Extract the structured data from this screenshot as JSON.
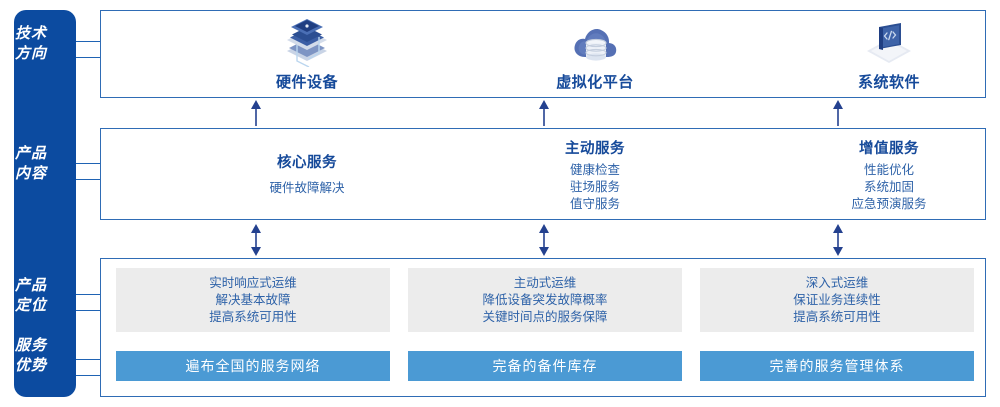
{
  "rail": {
    "color": "#0C4BA0",
    "groups": [
      {
        "name": "technology-direction",
        "line1": "技术",
        "line2": "方向"
      },
      {
        "name": "product-content",
        "line1": "产品",
        "line2": "内容"
      },
      {
        "name": "product-positioning",
        "line1": "产品",
        "line2": "定位"
      },
      {
        "name": "service-advantage",
        "line1": "服务",
        "line2": "优势"
      }
    ]
  },
  "technology": {
    "columns": [
      {
        "icon": "server-stack-icon",
        "label": "硬件设备"
      },
      {
        "icon": "cloud-database-icon",
        "label": "虚拟化平台"
      },
      {
        "icon": "laptop-code-icon",
        "label": "系统软件"
      }
    ]
  },
  "product_content": {
    "columns": [
      {
        "heading": "核心服务",
        "items": [
          "硬件故障解决"
        ]
      },
      {
        "heading": "主动服务",
        "items": [
          "健康检查",
          "驻场服务",
          "值守服务"
        ]
      },
      {
        "heading": "增值服务",
        "items": [
          "性能优化",
          "系统加固",
          "应急预演服务"
        ]
      }
    ]
  },
  "product_positioning": {
    "cards": [
      {
        "lines": [
          "实时响应式运维",
          "解决基本故障",
          "提高系统可用性"
        ]
      },
      {
        "lines": [
          "主动式运维",
          "降低设备突发故障概率",
          "关键时间点的服务保障"
        ]
      },
      {
        "lines": [
          "深入式运维",
          "保证业务连续性",
          "提高系统可用性"
        ]
      }
    ]
  },
  "service_advantage": {
    "bars": [
      {
        "label": "遍布全国的服务网络"
      },
      {
        "label": "完备的备件库存"
      },
      {
        "label": "完善的服务管理体系"
      }
    ],
    "bar_color": "#4B9AD4"
  },
  "theme": {
    "rail_blue": "#0C4BA0",
    "border_blue": "#2F6CB5",
    "heading_blue": "#164A9A",
    "body_blue": "#2E62A8",
    "card_grey": "#ECECEC",
    "bar_blue": "#4B9AD4"
  }
}
